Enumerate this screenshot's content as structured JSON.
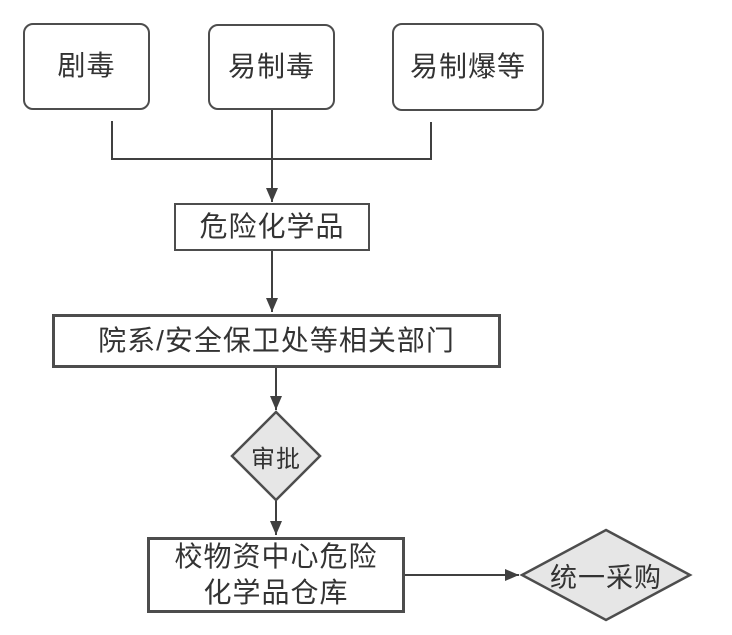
{
  "nodes": {
    "highly_toxic": {
      "label": "剧毒",
      "shape": "rounded-rect"
    },
    "drug_precursor": {
      "label": "易制毒",
      "shape": "rounded-rect"
    },
    "explosive_precursor": {
      "label": "易制爆等",
      "shape": "rounded-rect"
    },
    "hazardous_chemicals": {
      "label": "危险化学品",
      "shape": "rect"
    },
    "departments": {
      "label": "院系/安全保卫处等相关部门",
      "shape": "rect"
    },
    "approval": {
      "label": "审批",
      "shape": "diamond"
    },
    "warehouse": {
      "lines": [
        "校物资中心危险",
        "化学品仓库"
      ],
      "shape": "rect"
    },
    "unified_procurement": {
      "label": "统一采购",
      "shape": "diamond"
    }
  },
  "edges": [
    {
      "from": "highly_toxic",
      "to": "hazardous_chemicals"
    },
    {
      "from": "drug_precursor",
      "to": "hazardous_chemicals"
    },
    {
      "from": "explosive_precursor",
      "to": "hazardous_chemicals"
    },
    {
      "from": "hazardous_chemicals",
      "to": "departments"
    },
    {
      "from": "departments",
      "to": "approval"
    },
    {
      "from": "approval",
      "to": "warehouse"
    },
    {
      "from": "warehouse",
      "to": "unified_procurement"
    }
  ],
  "colors": {
    "border": "#4d4d4d",
    "line": "#404040",
    "text": "#333333",
    "diamond_fill": "#e6e6e6",
    "background": "#ffffff"
  }
}
